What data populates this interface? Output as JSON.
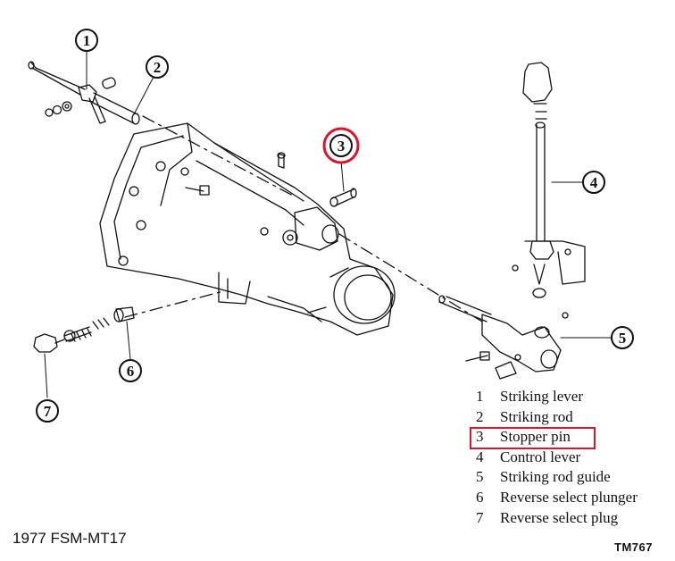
{
  "callouts": [
    "1",
    "2",
    "3",
    "4",
    "5",
    "6",
    "7"
  ],
  "legend": [
    {
      "num": "1",
      "label": "Striking lever"
    },
    {
      "num": "2",
      "label": "Striking rod"
    },
    {
      "num": "3",
      "label": "Stopper pin",
      "highlighted": true
    },
    {
      "num": "4",
      "label": "Control lever"
    },
    {
      "num": "5",
      "label": "Striking rod guide"
    },
    {
      "num": "6",
      "label": "Reverse select plunger"
    },
    {
      "num": "7",
      "label": "Reverse select plug"
    }
  ],
  "source_label": "1977 FSM-MT17",
  "figure_code": "TM767",
  "colors": {
    "line": "#111111",
    "highlight": "#d9152a",
    "background": "#ffffff"
  }
}
